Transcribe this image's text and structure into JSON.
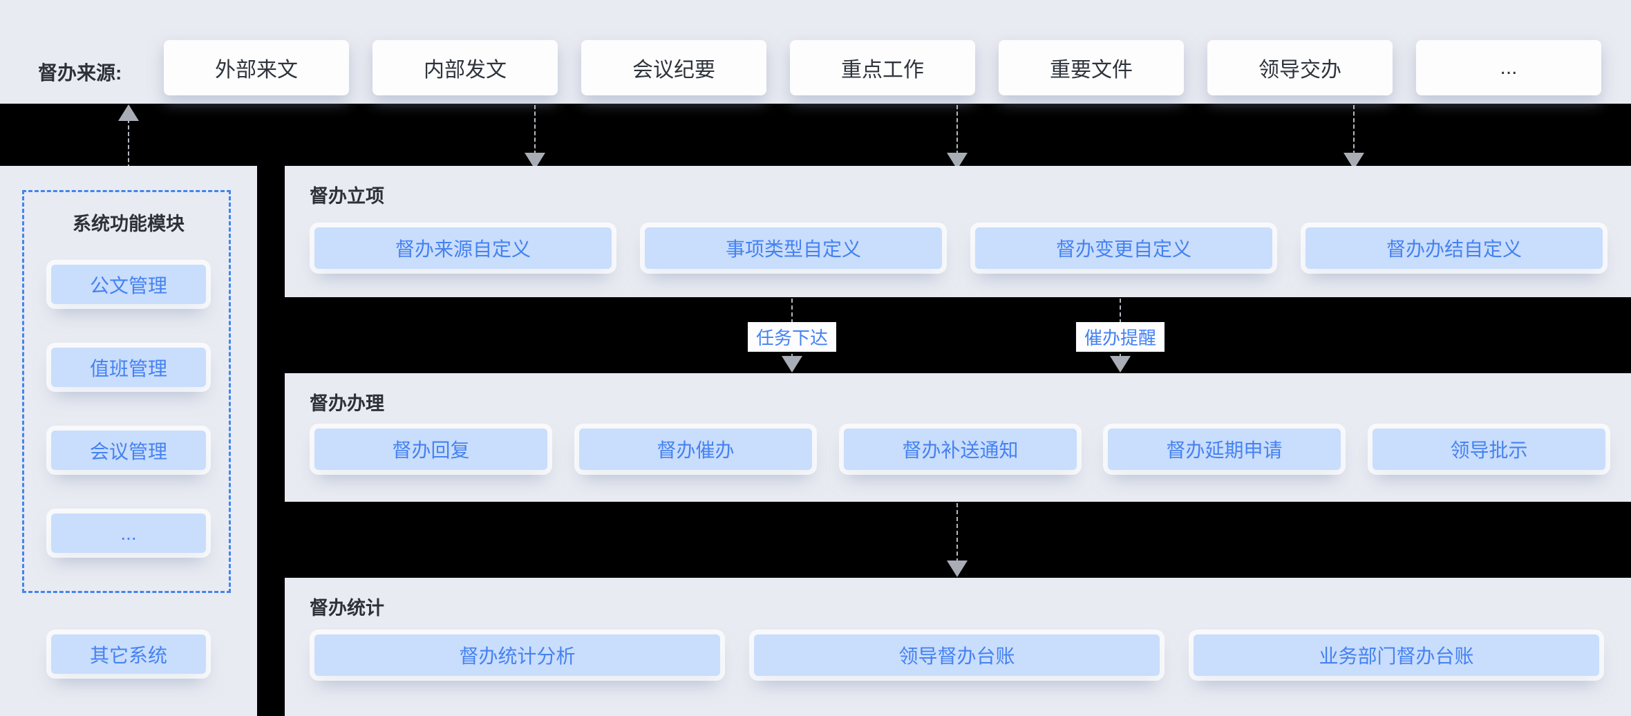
{
  "colors": {
    "background": "#000000",
    "panel": "#e9ebf2",
    "node_fill": "#c9ddfc",
    "node_text": "#4582f1",
    "dark_text": "#2c3138",
    "dashed_border": "#4285ec",
    "arrow": "#a9aeb6"
  },
  "top_bar": {
    "label": "督办来源:",
    "sources": [
      "外部来文",
      "内部发文",
      "会议纪要",
      "重点工作",
      "重要文件",
      "领导交办",
      "..."
    ]
  },
  "sidebar": {
    "title": "系统功能模块",
    "modules": [
      "公文管理",
      "值班管理",
      "会议管理",
      "..."
    ],
    "other_system": "其它系统"
  },
  "sections": [
    {
      "title": "督办立项",
      "buttons": [
        "督办来源自定义",
        "事项类型自定义",
        "督办变更自定义",
        "督办办结自定义"
      ]
    },
    {
      "title": "督办办理",
      "buttons": [
        "督办回复",
        "督办催办",
        "督办补送通知",
        "督办延期申请",
        "领导批示"
      ]
    },
    {
      "title": "督办统计",
      "buttons": [
        "督办统计分析",
        "领导督办台账",
        "业务部门督办台账"
      ]
    }
  ],
  "flow_labels": {
    "task": "任务下达",
    "remind": "催办提醒"
  }
}
